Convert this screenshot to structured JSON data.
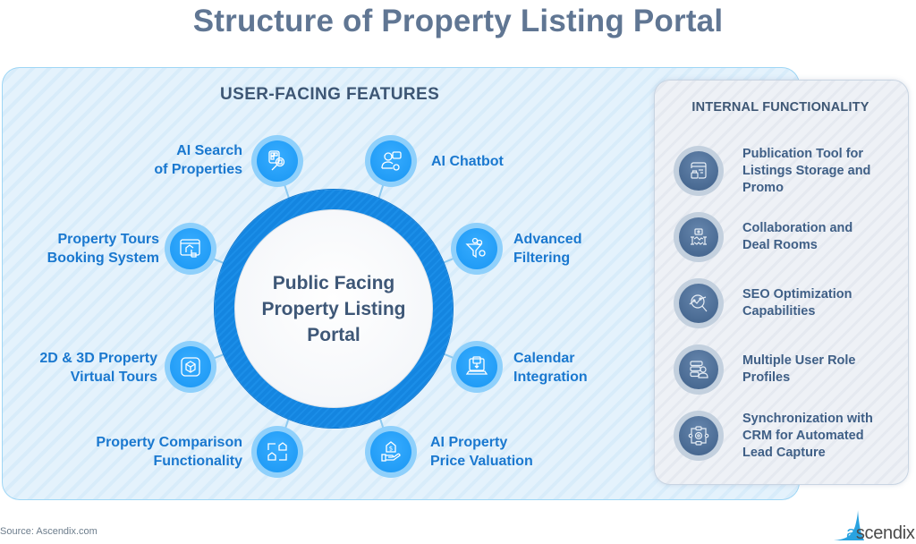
{
  "title": "Structure of Property Listing Portal",
  "user_facing": {
    "heading": "USER-FACING FEATURES",
    "center": {
      "line1": "Public Facing",
      "line2": "Property Listing",
      "line3": "Portal"
    },
    "features": [
      {
        "line1": "AI Search",
        "line2": "of Properties",
        "icon": "ai-search-icon"
      },
      {
        "line1": "AI Chatbot",
        "line2": "",
        "icon": "chatbot-icon"
      },
      {
        "line1": "Property Tours",
        "line2": "Booking System",
        "icon": "booking-icon"
      },
      {
        "line1": "Advanced",
        "line2": "Filtering",
        "icon": "filter-icon"
      },
      {
        "line1": "2D & 3D Property",
        "line2": "Virtual Tours",
        "icon": "cube-icon"
      },
      {
        "line1": "Calendar",
        "line2": "Integration",
        "icon": "calendar-icon"
      },
      {
        "line1": "Property Comparison",
        "line2": "Functionality",
        "icon": "compare-icon"
      },
      {
        "line1": "AI Property",
        "line2": "Price Valuation",
        "icon": "valuation-icon"
      }
    ]
  },
  "internal": {
    "heading": "INTERNAL FUNCTIONALITY",
    "items": [
      {
        "lines": [
          "Publication Tool for",
          "Listings Storage and",
          "Promo"
        ],
        "icon": "publication-icon"
      },
      {
        "lines": [
          "Collaboration and",
          "Deal Rooms"
        ],
        "icon": "handshake-icon"
      },
      {
        "lines": [
          "SEO Optimization",
          "Capabilities"
        ],
        "icon": "seo-icon"
      },
      {
        "lines": [
          "Multiple User Role",
          "Profiles"
        ],
        "icon": "user-roles-icon"
      },
      {
        "lines": [
          "Synchronization with",
          "CRM for Automated",
          "Lead Capture"
        ],
        "icon": "sync-icon"
      }
    ]
  },
  "footer": {
    "source": "Source:  Ascendix.com",
    "logo_a": "a",
    "logo_rest": "scendix"
  },
  "colors": {
    "title": "#607693",
    "feature_text": "#1a78cf",
    "ring": "#1485e0",
    "internal_text": "#3f5f86"
  }
}
